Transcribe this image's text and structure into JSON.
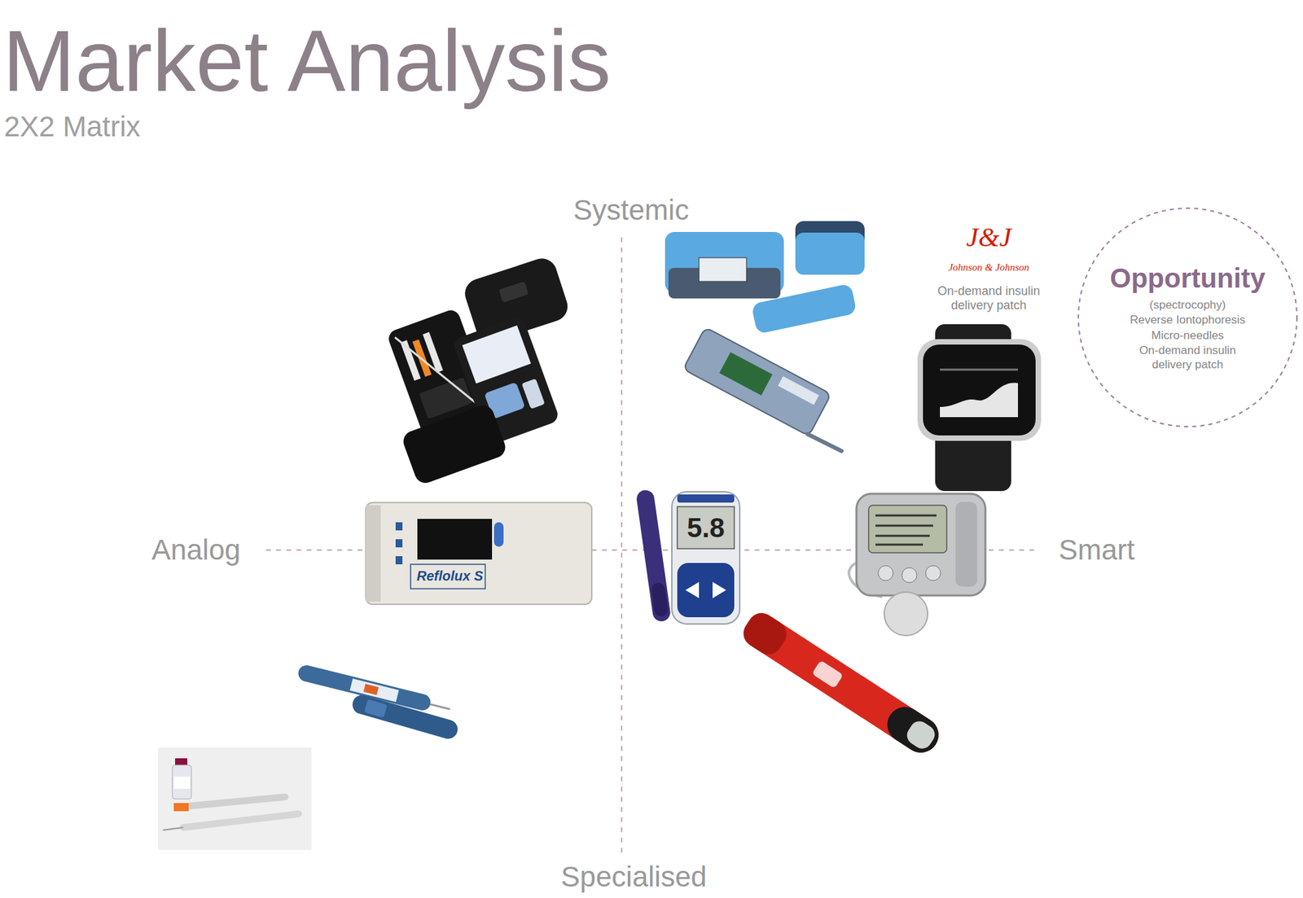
{
  "diagram": {
    "title": "Market Analysis",
    "nodes": [
      {
        "text": [
          "Opportunity",
          "(spectrocophy)",
          "Reverse Iontophoresis",
          "Micro-needles",
          "On-demand insulin delivery patch"
        ]
      }
    ],
    "labels": [
      "2X2 Matrix",
      "Systemic",
      "Analog",
      "Smart",
      "Specialised",
      "J&J",
      "Johnson & Johnson",
      "On-demand insulin delivery patch",
      "Reflolux S",
      "5.8"
    ]
  }
}
